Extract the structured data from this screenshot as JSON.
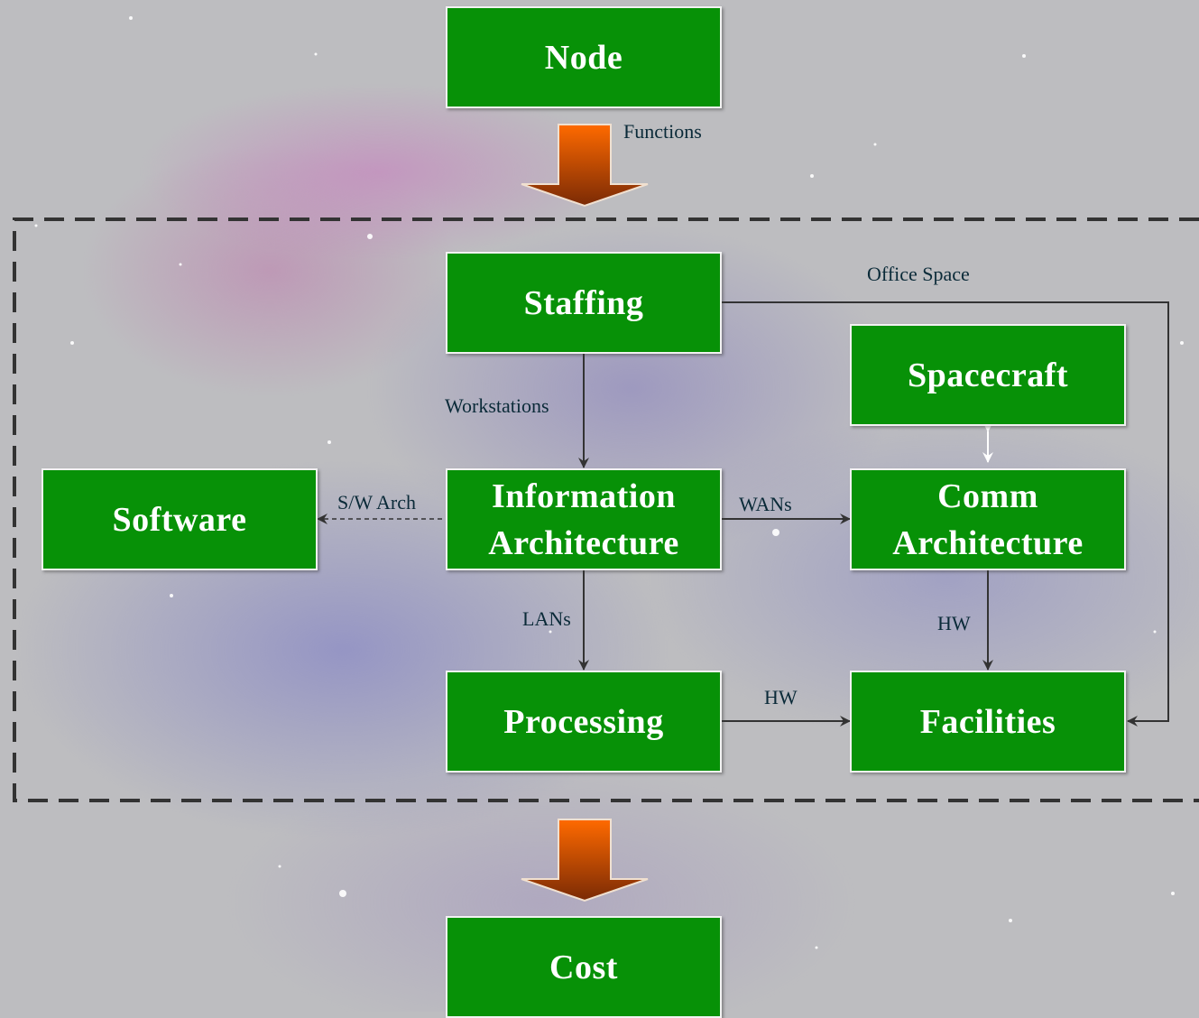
{
  "nodes": {
    "node": "Node",
    "staffing": "Staffing",
    "spacecraft": "Spacecraft",
    "software": "Software",
    "information_architecture": "Information\nArchitecture",
    "comm_architecture": "Comm\nArchitecture",
    "processing": "Processing",
    "facilities": "Facilities",
    "cost": "Cost"
  },
  "edges": {
    "functions": "Functions",
    "office_space": "Office Space",
    "workstations": "Workstations",
    "sw_arch": "S/W Arch",
    "wans": "WANs",
    "lans": "LANs",
    "hw_comm_facilities": "HW",
    "hw_processing_facilities": "HW"
  },
  "colors": {
    "node_fill": "#079107",
    "node_border": "#f2f2f2",
    "fat_arrow_top": "#ff6a00",
    "fat_arrow_bottom": "#7a2a05",
    "connector": "#333333",
    "dashed_frame": "#333333"
  }
}
